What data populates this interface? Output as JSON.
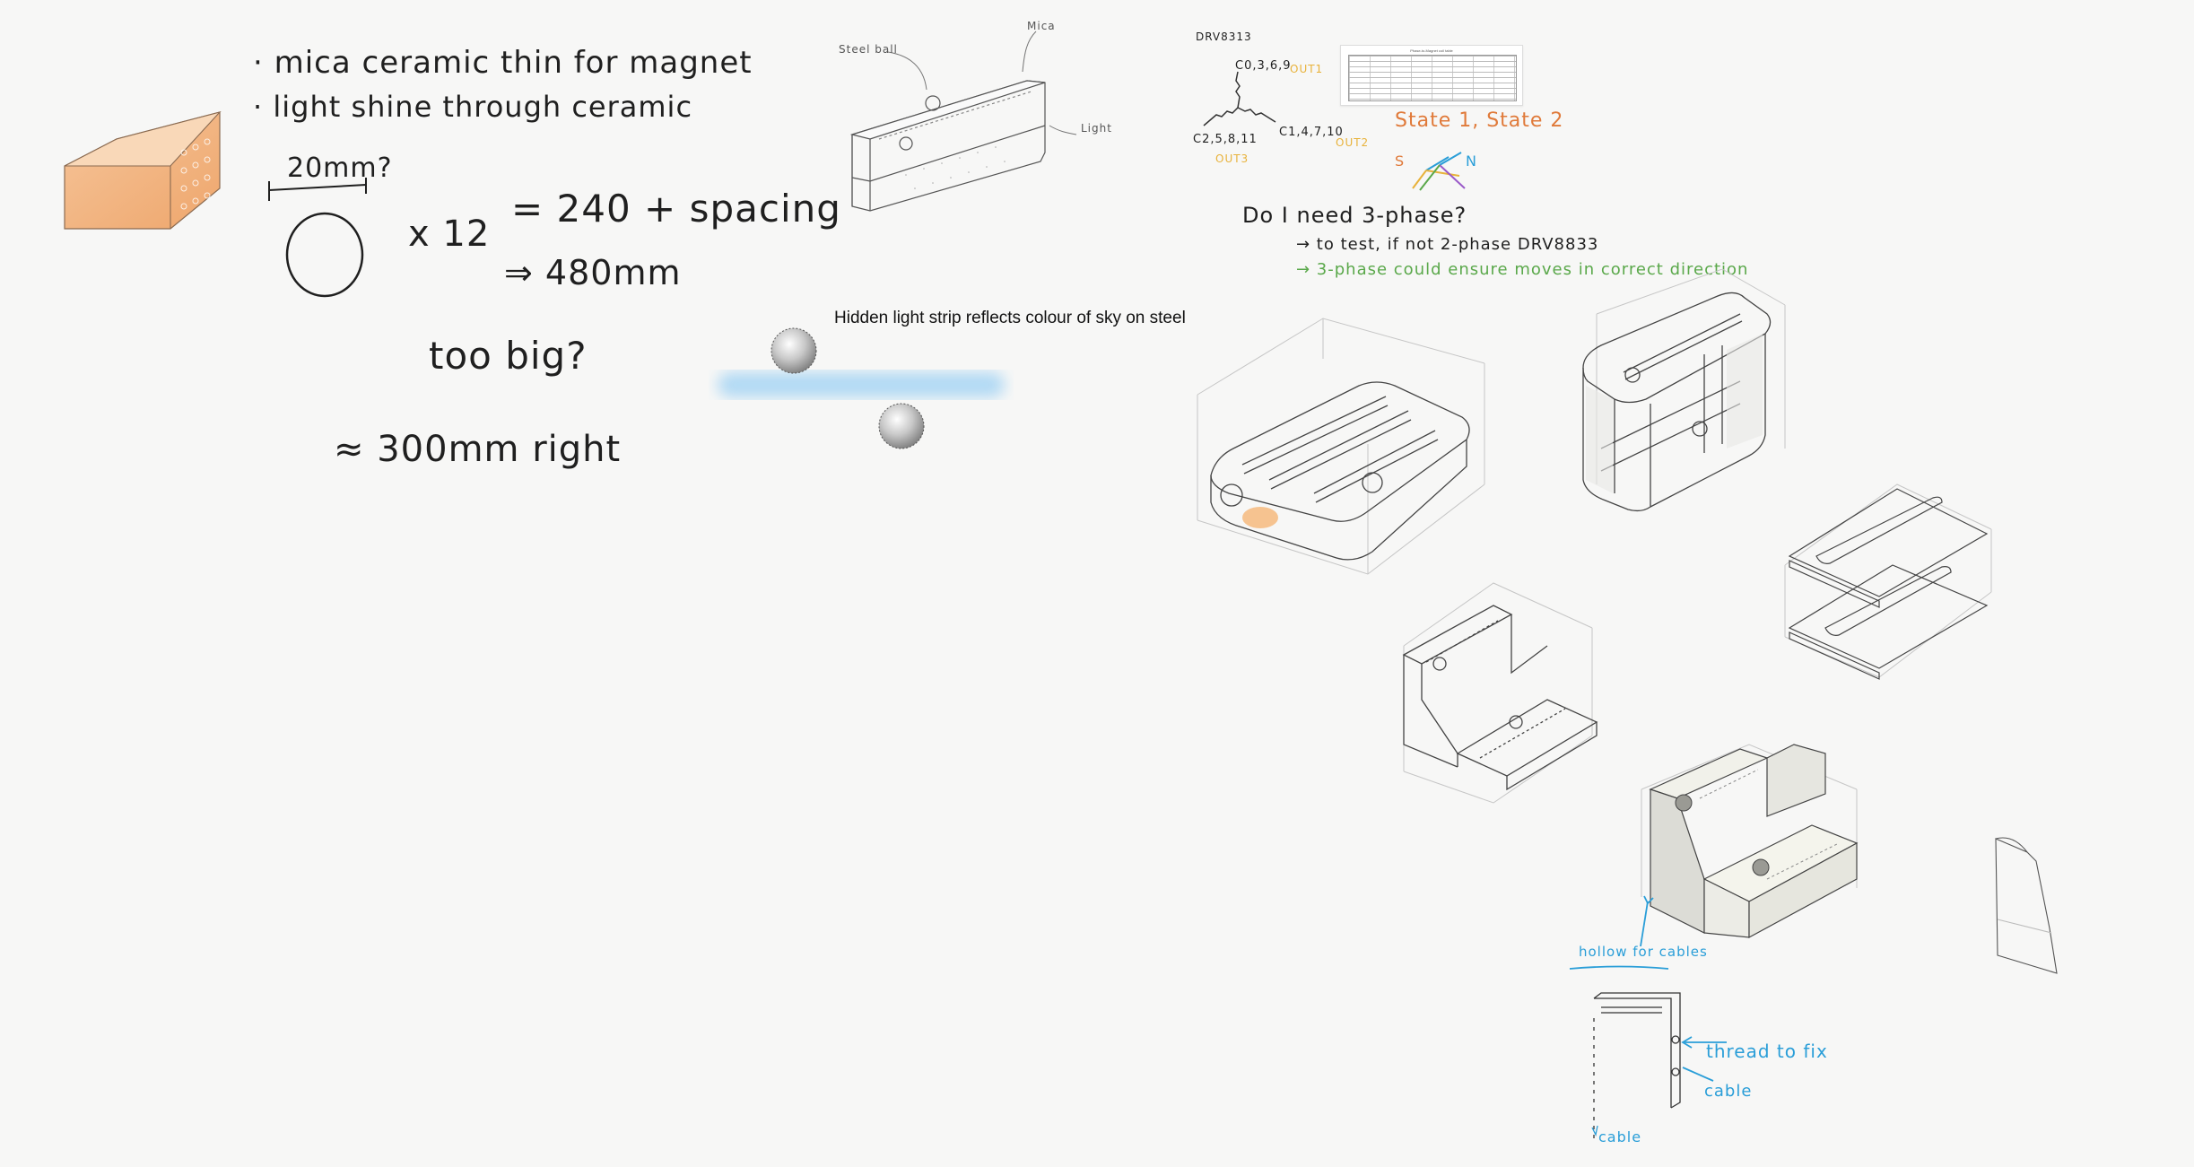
{
  "canvas": {
    "background": "#f7f7f6",
    "ink_color": "#1f1f1f",
    "accent_orange": "#f0a868",
    "accent_blue": "#2a9ed8",
    "accent_green": "#5aa84a",
    "accent_yellow": "#e8b23a"
  },
  "notes": {
    "line1": "· mica ceramic thin for magnet",
    "line2": "· light shine through ceramic",
    "dimension": "20mm?",
    "multiply": "x 12",
    "equation": "= 240 + spacing",
    "result": "⇒ 480mm",
    "too_big": "too big?",
    "approx": "≈ 300mm right"
  },
  "caption": {
    "light_strip": "Hidden light strip reflects colour of sky on steel"
  },
  "top_sketch": {
    "label_steel_ball": "Steel ball",
    "label_mica": "Mica",
    "label_right": "Light"
  },
  "wiring": {
    "chip": "DRV8313",
    "out1_coils": "C0,3,6,9",
    "out1_label": "OUT1",
    "out2_coils": "C1,4,7,10",
    "out2_label": "OUT2",
    "out3_coils": "C2,5,8,11",
    "out3_label": "OUT3",
    "state_label": "State 1, State 2",
    "pole_s": "S",
    "pole_n": "N",
    "question": "Do I need 3-phase?",
    "answer1": "→ to test, if not 2-phase DRV8833",
    "answer2": "→ 3-phase could ensure moves in correct direction",
    "doc_title": "Phase-to-Magnet coil table"
  },
  "bottom_sketch": {
    "hollow": "hollow for cables",
    "thread": "thread to fix",
    "cable": "cable",
    "cable_down": "cable"
  }
}
